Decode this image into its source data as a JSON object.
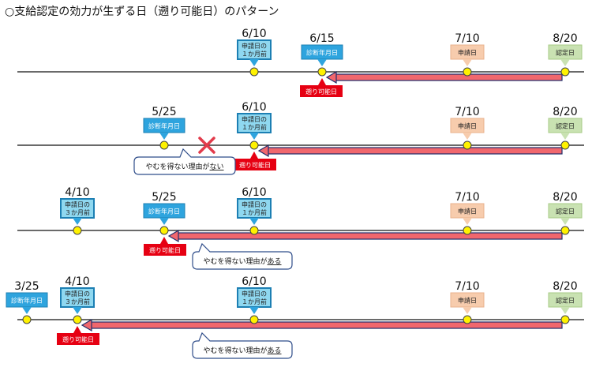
{
  "title": "○支給認定の効力が生ずる日（遡り可能日）のパターン",
  "colors": {
    "blue_box": "#2EA4DE",
    "blue_box_border": "#1C7FB3",
    "cyan_box": "#8FD8F0",
    "peach_box": "#F7CCAD",
    "green_box": "#C9E2B2",
    "red_label": "#E60012",
    "bar_fill": "#F1676D",
    "bar_border": "#1F2D6B",
    "dot": "#FFF200",
    "cross": "#E23B4B"
  },
  "rows": [
    {
      "markers": [
        {
          "date": "6/10",
          "label": "申請日の\n１か月前",
          "style": "cyan"
        },
        {
          "date": "6/15",
          "label": "診断年月日",
          "style": "blue"
        },
        {
          "date": "7/10",
          "label": "申請日",
          "style": "peach"
        },
        {
          "date": "8/20",
          "label": "認定日",
          "style": "green"
        }
      ],
      "retro_label": "遡り可能日",
      "callout": null,
      "cross": false
    },
    {
      "markers": [
        {
          "date": "5/25",
          "label": "診断年月日",
          "style": "blue"
        },
        {
          "date": "6/10",
          "label": "申請日の\n１か月前",
          "style": "cyan"
        },
        {
          "date": "7/10",
          "label": "申請日",
          "style": "peach"
        },
        {
          "date": "8/20",
          "label": "認定日",
          "style": "green"
        }
      ],
      "retro_label": "遡り可能日",
      "callout": {
        "text": "やむを得ない理由が",
        "emph": "ない"
      },
      "cross": true
    },
    {
      "markers": [
        {
          "date": "4/10",
          "label": "申請日の\n３か月前",
          "style": "cyan"
        },
        {
          "date": "5/25",
          "label": "診断年月日",
          "style": "blue"
        },
        {
          "date": "6/10",
          "label": "申請日の\n１か月前",
          "style": "cyan"
        },
        {
          "date": "7/10",
          "label": "申請日",
          "style": "peach"
        },
        {
          "date": "8/20",
          "label": "認定日",
          "style": "green"
        }
      ],
      "retro_label": "遡り可能日",
      "callout": {
        "text": "やむを得ない理由が",
        "emph": "ある"
      },
      "cross": false
    },
    {
      "markers": [
        {
          "date": "3/25",
          "label": "診断年月日",
          "style": "blue"
        },
        {
          "date": "4/10",
          "label": "申請日の\n３か月前",
          "style": "cyan"
        },
        {
          "date": "6/10",
          "label": "申請日の\n１か月前",
          "style": "cyan"
        },
        {
          "date": "7/10",
          "label": "申請日",
          "style": "peach"
        },
        {
          "date": "8/20",
          "label": "認定日",
          "style": "green"
        }
      ],
      "retro_label": "遡り可能日",
      "callout": {
        "text": "やむを得ない理由が",
        "emph": "ある"
      },
      "cross": false
    }
  ]
}
